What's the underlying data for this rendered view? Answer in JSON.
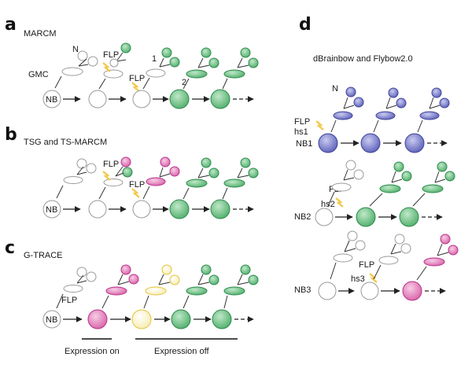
{
  "panels": {
    "a": {
      "letter": "a",
      "title": "MARCM",
      "labels": {
        "n": "N",
        "gmc": "GMC",
        "nb": "NB",
        "flp_top": "FLP",
        "flp_mid": "FLP",
        "one": "1",
        "two": "2"
      }
    },
    "b": {
      "letter": "b",
      "title": "TSG and TS-MARCM",
      "labels": {
        "nb": "NB",
        "flp_top": "FLP",
        "flp_mid": "FLP"
      }
    },
    "c": {
      "letter": "c",
      "title": "G-TRACE",
      "labels": {
        "nb": "NB",
        "flp": "FLP",
        "expr_on": "Expression on",
        "expr_off": "Expression off"
      }
    },
    "d": {
      "letter": "d",
      "title": "dBrainbow and Flybow2.0",
      "labels": {
        "n": "N",
        "flp1": "FLP",
        "hs1": "hs1",
        "nb1": "NB1",
        "flp2": "FLP",
        "hs2": "hs2",
        "nb2": "NB2",
        "flp3": "FLP",
        "hs3": "hs3",
        "nb3": "NB3"
      }
    }
  },
  "colors": {
    "outline_white": "#9a9a9a",
    "green_fill": "#7cc48f",
    "green_stroke": "#2e8b4e",
    "magenta_fill": "#e68fc4",
    "magenta_stroke": "#b8338a",
    "blue_fill": "#8f93d6",
    "blue_stroke": "#3f4499",
    "yellow_stroke": "#e2c43a",
    "flash": "#f2c94c"
  }
}
